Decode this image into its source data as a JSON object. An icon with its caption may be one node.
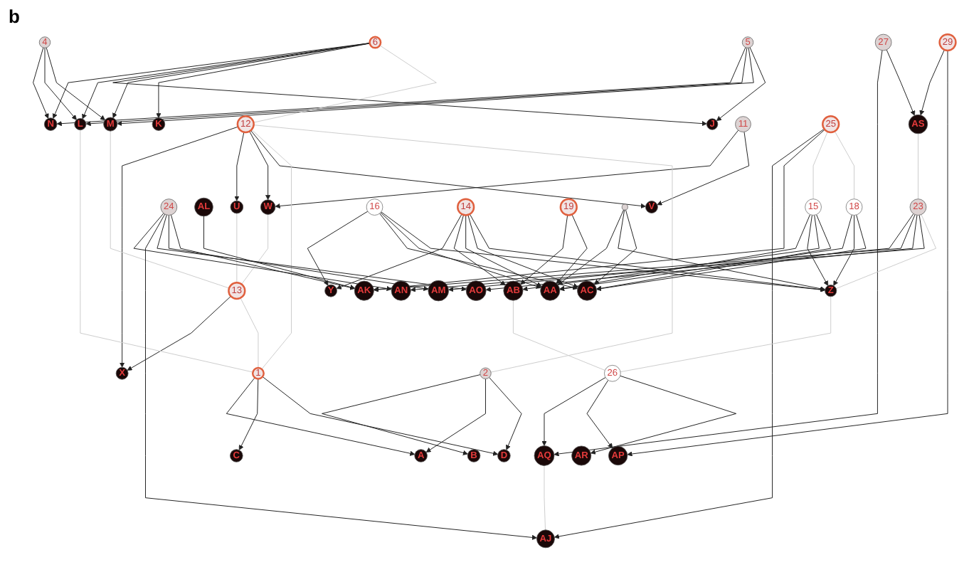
{
  "diagram": {
    "nodes": [
      {
        "text": [
          "N"
        ]
      },
      {
        "text": [
          "K"
        ]
      },
      {
        "text": [
          "4"
        ]
      },
      {
        "text": [
          "L"
        ]
      },
      {
        "text": [
          "5"
        ]
      },
      {
        "text": [
          "6"
        ]
      },
      {
        "text": [
          "J"
        ]
      },
      {
        "text": [
          "M"
        ]
      },
      {
        "text": [
          "2"
        ]
      },
      {
        "text": [
          "B"
        ]
      },
      {
        "text": [
          "A"
        ]
      },
      {
        "text": [
          "C"
        ]
      },
      {
        "text": [
          "1"
        ]
      },
      {
        "text": [
          "D"
        ]
      },
      {
        "text": [
          "12"
        ]
      },
      {
        "text": [
          "X"
        ]
      },
      {
        "text": [
          "13"
        ]
      },
      {
        "text": [
          "W"
        ]
      },
      {
        "text": [
          "U"
        ]
      },
      {
        "text": [
          "11"
        ]
      },
      {
        "text": [
          "V"
        ]
      },
      {
        "text": [
          "24"
        ]
      },
      {
        "text": [
          "AN"
        ]
      },
      {
        "text": [
          "AJ"
        ]
      },
      {
        "text": [
          "AL"
        ]
      },
      {
        "text": [
          "AK"
        ]
      },
      {
        "text": [
          "25"
        ]
      },
      {
        "text": [
          "AM"
        ]
      },
      {
        "text": [
          "AO"
        ]
      },
      {
        "text": [
          "23"
        ]
      },
      {
        "text": [
          "15"
        ]
      },
      {
        "text": [
          "18"
        ]
      },
      {
        "text": [
          "AA"
        ]
      },
      {
        "text": [
          "AQ"
        ]
      },
      {
        "text": [
          "AS"
        ]
      },
      {
        "text": [
          "Y"
        ]
      },
      {
        "text": [
          "Z"
        ]
      },
      {
        "text": [
          "27"
        ]
      },
      {
        "text": [
          "16"
        ]
      },
      {
        "text": [
          "14"
        ]
      },
      {
        "text": [
          "AB"
        ]
      },
      {
        "text": [
          "AP"
        ]
      },
      {
        "text": [
          "26"
        ]
      },
      {
        "text": [
          "19"
        ]
      },
      {
        "text": [
          "29"
        ]
      },
      {
        "text": [
          "AC"
        ]
      },
      {
        "text": [
          "AR"
        ]
      },
      {
        "text": [],
        "shape": "circle"
      }
    ],
    "edges": [
      {
        "from": 2,
        "to": 0,
        "arrow": "to"
      },
      {
        "from": 2,
        "to": 3,
        "arrow": "to"
      },
      {
        "from": 2,
        "to": 7,
        "arrow": "to"
      },
      {
        "from": 5,
        "to": 0,
        "arrow": "to"
      },
      {
        "from": 5,
        "to": 3,
        "arrow": "to"
      },
      {
        "from": 5,
        "to": 6,
        "arrow": "to"
      },
      {
        "from": 5,
        "to": 7,
        "arrow": "to"
      },
      {
        "from": 5,
        "to": 1,
        "arrow": "to"
      },
      {
        "from": 4,
        "to": 0,
        "arrow": "to"
      },
      {
        "from": 4,
        "to": 3,
        "arrow": "to"
      },
      {
        "from": 4,
        "to": 7,
        "arrow": "to"
      },
      {
        "from": 4,
        "to": 6,
        "arrow": "to"
      },
      {
        "from": 14,
        "to": 15,
        "arrow": "to"
      },
      {
        "from": 14,
        "to": 18,
        "arrow": "to"
      },
      {
        "from": 14,
        "to": 17,
        "arrow": "to"
      },
      {
        "from": 14,
        "to": 20,
        "arrow": "to"
      },
      {
        "from": 16,
        "to": 15,
        "arrow": "to"
      },
      {
        "from": 19,
        "to": 17,
        "arrow": "to"
      },
      {
        "from": 19,
        "to": 20,
        "arrow": "to"
      },
      {
        "from": 8,
        "to": 9,
        "arrow": "to"
      },
      {
        "from": 8,
        "to": 10,
        "arrow": "to"
      },
      {
        "from": 8,
        "to": 13,
        "arrow": "to"
      },
      {
        "from": 12,
        "to": 10,
        "arrow": "to"
      },
      {
        "from": 12,
        "to": 11,
        "arrow": "to"
      },
      {
        "from": 12,
        "to": 13,
        "arrow": "to"
      },
      {
        "from": 17,
        "to": 16,
        "arrow": "none",
        "color": "#cccccc"
      },
      {
        "from": 18,
        "to": 16,
        "arrow": "none",
        "color": "#cccccc"
      },
      {
        "from": 5,
        "to": 14,
        "arrow": "none",
        "color": "#cccccc"
      },
      {
        "from": 14,
        "to": 12,
        "arrow": "none",
        "color": "#cccccc"
      },
      {
        "from": 16,
        "to": 12,
        "arrow": "none",
        "color": "#cccccc"
      },
      {
        "from": 7,
        "to": 16,
        "arrow": "none",
        "color": "#cccccc"
      },
      {
        "from": 14,
        "to": 8,
        "arrow": "none",
        "color": "#cccccc"
      },
      {
        "from": 3,
        "to": 12,
        "arrow": "none",
        "color": "#cccccc"
      },
      {
        "from": 21,
        "to": 22,
        "arrow": "to"
      },
      {
        "from": 21,
        "to": 23,
        "arrow": "to"
      },
      {
        "from": 21,
        "to": 28,
        "arrow": "to"
      },
      {
        "from": 21,
        "to": 27,
        "arrow": "to"
      },
      {
        "from": 21,
        "to": 25,
        "arrow": "to"
      },
      {
        "from": 24,
        "to": 25,
        "arrow": "to"
      },
      {
        "from": 26,
        "to": 23,
        "arrow": "to"
      },
      {
        "from": 26,
        "to": 25,
        "arrow": "to"
      },
      {
        "from": 29,
        "to": 27,
        "arrow": "to"
      },
      {
        "from": 29,
        "to": 25,
        "arrow": "to"
      },
      {
        "from": 29,
        "to": 28,
        "arrow": "to"
      },
      {
        "from": 29,
        "to": 22,
        "arrow": "to"
      },
      {
        "from": 30,
        "to": 32,
        "arrow": "to"
      },
      {
        "from": 30,
        "to": 36,
        "arrow": "to"
      },
      {
        "from": 30,
        "to": 40,
        "arrow": "to"
      },
      {
        "from": 30,
        "to": 45,
        "arrow": "to"
      },
      {
        "from": 31,
        "to": 32,
        "arrow": "to"
      },
      {
        "from": 31,
        "to": 36,
        "arrow": "to"
      },
      {
        "from": 31,
        "to": 45,
        "arrow": "to"
      },
      {
        "from": 38,
        "to": 35,
        "arrow": "to"
      },
      {
        "from": 38,
        "to": 45,
        "arrow": "to"
      },
      {
        "from": 38,
        "to": 32,
        "arrow": "to"
      },
      {
        "from": 38,
        "to": 36,
        "arrow": "to"
      },
      {
        "from": 39,
        "to": 35,
        "arrow": "to"
      },
      {
        "from": 39,
        "to": 40,
        "arrow": "to"
      },
      {
        "from": 39,
        "to": 32,
        "arrow": "to"
      },
      {
        "from": 39,
        "to": 45,
        "arrow": "to"
      },
      {
        "from": 39,
        "to": 36,
        "arrow": "to"
      },
      {
        "from": 43,
        "to": 40,
        "arrow": "to"
      },
      {
        "from": 43,
        "to": 32,
        "arrow": "to"
      },
      {
        "from": 47,
        "to": 32,
        "arrow": "to"
      },
      {
        "from": 47,
        "to": 36,
        "arrow": "to"
      },
      {
        "from": 47,
        "to": 45,
        "arrow": "to"
      },
      {
        "from": 42,
        "to": 33,
        "arrow": "to"
      },
      {
        "from": 42,
        "to": 41,
        "arrow": "to"
      },
      {
        "from": 42,
        "to": 46,
        "arrow": "to"
      },
      {
        "from": 37,
        "to": 33,
        "arrow": "to"
      },
      {
        "from": 37,
        "to": 34,
        "arrow": "to"
      },
      {
        "from": 44,
        "to": 34,
        "arrow": "to"
      },
      {
        "from": 44,
        "to": 41,
        "arrow": "to"
      },
      {
        "from": 26,
        "to": 30,
        "arrow": "none",
        "color": "#cccccc"
      },
      {
        "from": 26,
        "to": 31,
        "arrow": "none",
        "color": "#cccccc"
      },
      {
        "from": 29,
        "to": 36,
        "arrow": "none",
        "color": "#cccccc"
      },
      {
        "from": 40,
        "to": 42,
        "arrow": "none",
        "color": "#cccccc"
      },
      {
        "from": 33,
        "to": 23,
        "arrow": "none",
        "color": "#cccccc"
      },
      {
        "from": 34,
        "to": 29,
        "arrow": "none",
        "color": "#cccccc"
      },
      {
        "from": 36,
        "to": 42,
        "arrow": "none",
        "color": "#cccccc"
      }
    ],
    "labels": [
      "b"
    ]
  }
}
